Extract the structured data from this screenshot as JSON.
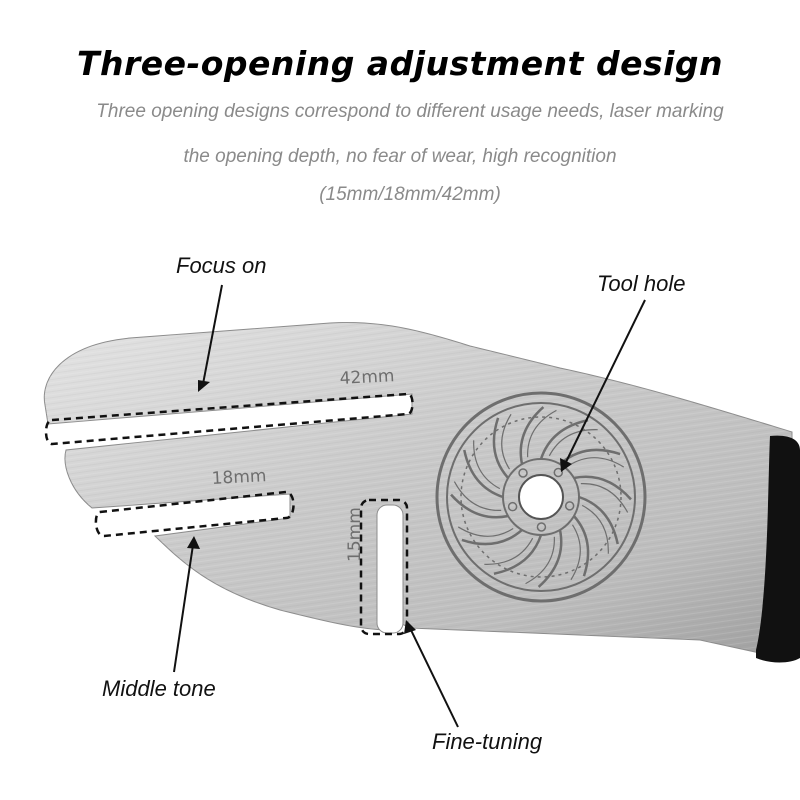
{
  "heading": {
    "title": "Three-opening adjustment design",
    "subtitle_line1": "Three opening designs correspond to different usage needs, laser marking",
    "subtitle_line2": "the opening depth, no fear of wear, high recognition",
    "subtitle_line3": "(15mm/18mm/42mm)"
  },
  "callouts": {
    "focus_on": "Focus on",
    "tool_hole": "Tool hole",
    "middle_tone": "Middle tone",
    "fine_tuning": "Fine-tuning"
  },
  "engravings": {
    "slot_42": "42mm",
    "slot_18": "18mm",
    "slot_15": "15mm"
  },
  "colors": {
    "steel_light": "#d9d9d9",
    "steel_dark": "#a8a8a8",
    "handle": "#111111",
    "engraving": "#6e6e6e"
  },
  "icons": [
    "brake-rotor-icon"
  ]
}
